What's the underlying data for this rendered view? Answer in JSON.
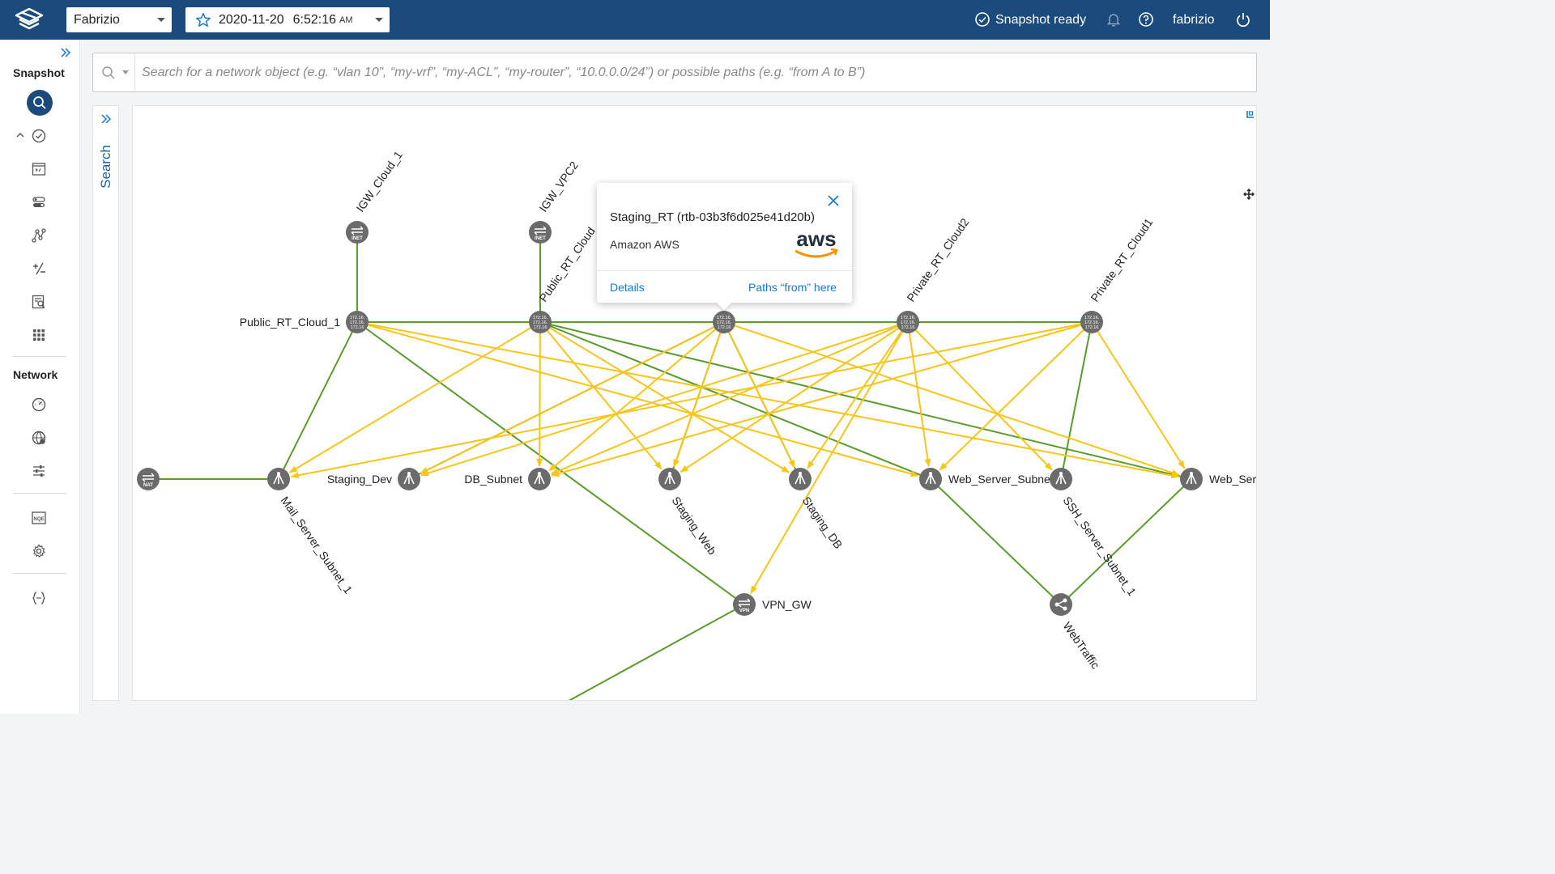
{
  "topbar": {
    "network_selector": "Fabrizio",
    "snapshot_date": "2020-11-20",
    "snapshot_time": "6:52:16",
    "snapshot_ampm": "AM",
    "status": "Snapshot ready",
    "user": "fabrizio"
  },
  "sidebar": {
    "snapshot_heading": "Snapshot",
    "network_heading": "Network"
  },
  "search": {
    "placeholder": "Search for a network object (e.g. “vlan 10”, “my-vrf”, “my-ACL”, “my-router”, “10.0.0.0/24”) or possible paths (e.g. “from A to B”)",
    "panel_label": "Search"
  },
  "popup": {
    "title": "Staging_RT (rtb-03b3f6d025e41d20b)",
    "vendor": "Amazon AWS",
    "logo_text": "aws",
    "details_link": "Details",
    "paths_link": "Paths “from” here"
  },
  "topology": {
    "nodes": [
      {
        "id": "igw1",
        "label": "IGW_Cloud_1",
        "type": "inet",
        "label_pos": "rot-up"
      },
      {
        "id": "igw2",
        "label": "IGW_VPC2",
        "type": "inet",
        "label_pos": "rot-up"
      },
      {
        "id": "prt1",
        "label": "Public_RT_Cloud_1",
        "type": "router",
        "label_pos": "left"
      },
      {
        "id": "prt2",
        "label": "Public_RT_Cloud",
        "type": "router",
        "label_pos": "rot-up"
      },
      {
        "id": "srt",
        "label": "",
        "type": "router",
        "label_pos": "none"
      },
      {
        "id": "pvrt2",
        "label": "Private_RT_Cloud2",
        "type": "router",
        "label_pos": "rot-up"
      },
      {
        "id": "pvrt1",
        "label": "Private_RT_Cloud1",
        "type": "router",
        "label_pos": "rot-up"
      },
      {
        "id": "nat",
        "label": "",
        "type": "nat",
        "label_pos": "none"
      },
      {
        "id": "mail",
        "label": "Mail_Server_Subnet_1",
        "type": "subnet",
        "label_pos": "rot-down"
      },
      {
        "id": "sdev",
        "label": "Staging_Dev",
        "type": "subnet",
        "label_pos": "left"
      },
      {
        "id": "db",
        "label": "DB_Subnet",
        "type": "subnet",
        "label_pos": "left"
      },
      {
        "id": "sweb",
        "label": "Staging_Web",
        "type": "subnet",
        "label_pos": "rot-down"
      },
      {
        "id": "sdb",
        "label": "Staging_DB",
        "type": "subnet",
        "label_pos": "rot-down"
      },
      {
        "id": "wss",
        "label": "Web_Server_Subnet",
        "type": "subnet",
        "label_pos": "right"
      },
      {
        "id": "ssh",
        "label": "SSH_Server_Subnet_1",
        "type": "subnet",
        "label_pos": "rot-down"
      },
      {
        "id": "webs",
        "label": "Web_Serv",
        "type": "subnet",
        "label_pos": "right"
      },
      {
        "id": "vpn",
        "label": "VPN_GW",
        "type": "vpn",
        "label_pos": "right"
      },
      {
        "id": "webt",
        "label": "WebTraffic",
        "type": "lb",
        "label_pos": "rot-down"
      }
    ],
    "router_glyph_text": [
      "172.16.",
      "172.16.",
      "172.16"
    ],
    "inet_text": "INET",
    "nat_text": "NAT",
    "vpn_text": "VPN",
    "colors": {
      "green_link": "#5a9a2e",
      "yellow_link": "#f5c518",
      "node": "#6b6b6b"
    }
  }
}
